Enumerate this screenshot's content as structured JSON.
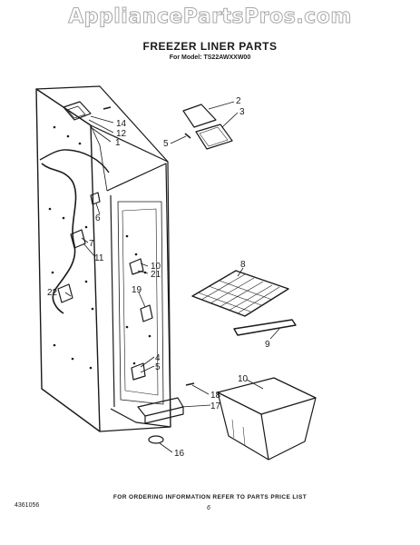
{
  "watermark": "AppliancePartsPros.com",
  "title": "FREEZER LINER PARTS",
  "model": "For Model: TS22AWXXW00",
  "callouts": [
    "1",
    "2",
    "3",
    "4",
    "5",
    "5",
    "6",
    "7",
    "8",
    "9",
    "10",
    "11",
    "12",
    "14",
    "15",
    "16",
    "17",
    "18",
    "19",
    "21",
    "22"
  ],
  "footer": {
    "ordering_note": "FOR ORDERING INFORMATION REFER TO PARTS PRICE LIST",
    "doc_number": "4361056",
    "page": "6"
  }
}
